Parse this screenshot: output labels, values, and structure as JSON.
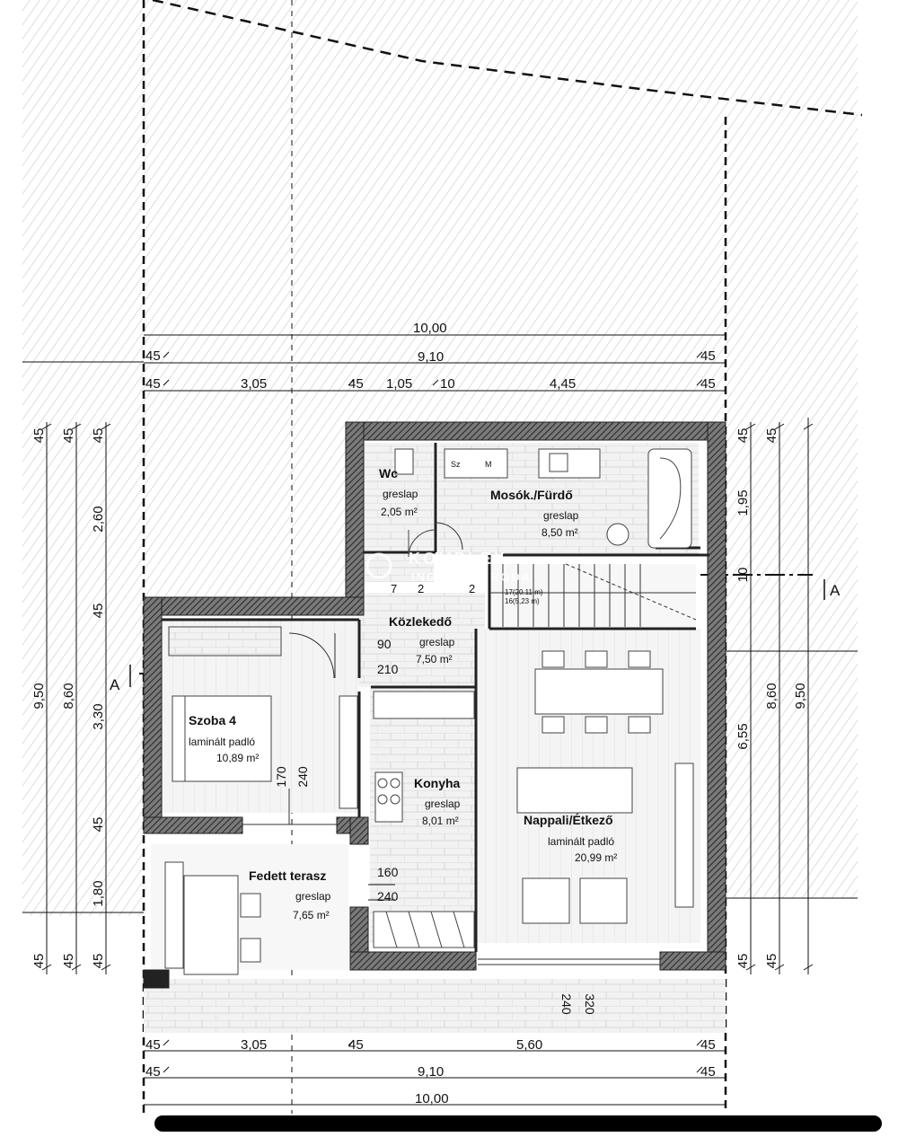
{
  "dimensions": {
    "top_total": "10,00",
    "top_inner": "9,10",
    "top_wall_left": "45",
    "top_wall_right": "45",
    "top_seg": [
      "45",
      "3,05",
      "45",
      "1,05",
      "10",
      "4,45",
      "45"
    ],
    "bottom_seg": [
      "45",
      "3,05",
      "45",
      "5,60",
      "45"
    ],
    "bottom_inner": "9,10",
    "bottom_wall_left": "45",
    "bottom_wall_right": "45",
    "bottom_total": "10,00",
    "left_total": "9,50",
    "left_inner": "8,60",
    "left_seg": [
      "45",
      "2,60",
      "45",
      "3,30",
      "45",
      "1,80",
      "45"
    ],
    "left_wall_top": "45",
    "left_wall_bottom": "45",
    "right_seg": [
      "45",
      "1,95",
      "10",
      "6,55",
      "45"
    ],
    "right_inner": "8,60",
    "right_total": "9,50",
    "right_wall_top": "45",
    "right_wall_bottom": "45",
    "door_90": "90",
    "door_210": "210",
    "door_170": "170",
    "door_240_a": "240",
    "door_160": "160",
    "door_240_b": "240",
    "door_240_c": "240",
    "door_320": "320",
    "stair_mark": "7",
    "stair_mark_2": "2",
    "stair_mark_3": "2",
    "stair_note_1": "17(20.11 m)",
    "stair_note_2": "16(5,23 m)"
  },
  "section_marks": {
    "left": "A",
    "right": "A"
  },
  "rooms": {
    "wc": {
      "name": "Wc",
      "floor": "greslap",
      "area": "2,05 m²"
    },
    "furdo": {
      "name": "Mosók./Fürdő",
      "floor": "greslap",
      "area": "8,50 m²"
    },
    "kozlekedo": {
      "name": "Közlekedő",
      "floor": "greslap",
      "area": "7,50 m²"
    },
    "szoba": {
      "name": "Szoba 4",
      "floor": "laminált padló",
      "area": "10,89 m²"
    },
    "konyha": {
      "name": "Konyha",
      "floor": "greslap",
      "area": "8,01 m²"
    },
    "nappali": {
      "name": "Nappali/Étkező",
      "floor": "laminált padló",
      "area": "20,99 m²"
    },
    "terasz": {
      "name": "Fedett terasz",
      "floor": "greslap",
      "area": "7,65 m²"
    }
  },
  "fixtures": {
    "washer_1": "Sz",
    "washer_2": "M"
  },
  "watermark": {
    "line1": "KOMPLEX",
    "line2": "INGATLANIRODA"
  },
  "colors": {
    "wall": "#2a2a2a",
    "hatch": "#c8c8c8",
    "line": "#111111"
  }
}
